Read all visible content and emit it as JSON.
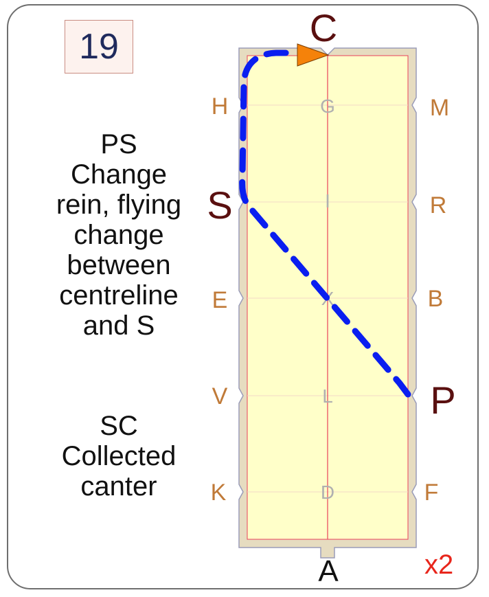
{
  "test_number": "19",
  "instructions": {
    "movement_1": [
      "PS",
      "Change",
      "rein, flying",
      "change",
      "between",
      "centreline",
      "and S"
    ],
    "movement_2": [
      "SC",
      "Collected",
      "canter"
    ]
  },
  "multiplier": "x2",
  "arena": {
    "letters": {
      "c": "C",
      "a": "A",
      "h": "H",
      "m": "M",
      "s": "S",
      "r": "R",
      "e": "E",
      "b": "B",
      "v": "V",
      "p": "P",
      "k": "K",
      "f": "F",
      "g": "G",
      "i": "I",
      "x": "X",
      "l": "L",
      "d": "D"
    },
    "highlighted_letters": [
      "C",
      "S",
      "P"
    ],
    "path": {
      "from": "P",
      "via": "S",
      "to": "C",
      "style": "dashed",
      "color": "#0a1ef0",
      "arrow_color": "#f5820a"
    },
    "colors": {
      "surface": "#ffffc9",
      "border": "#e6dcc0",
      "centerline": "#e8405a",
      "outline": "#9a9cb8"
    }
  }
}
